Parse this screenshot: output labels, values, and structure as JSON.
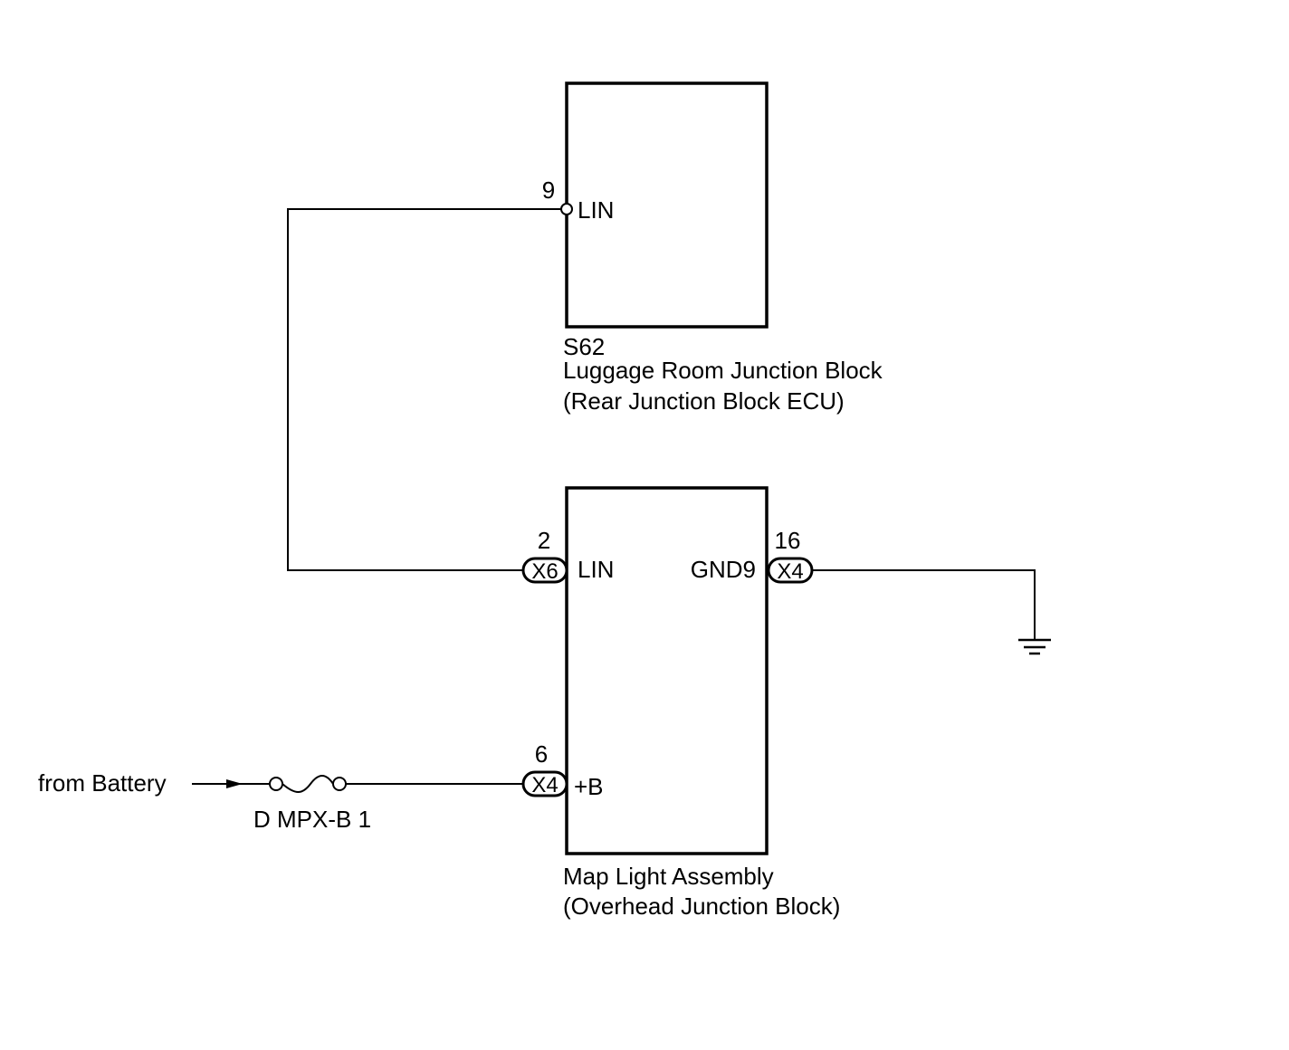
{
  "ecu": {
    "pin_number": "9",
    "pin_label": "LIN",
    "code": "S62",
    "name_line1": "Luggage Room Junction Block",
    "name_line2": "(Rear Junction Block ECU)"
  },
  "map_light": {
    "name_line1": "Map Light Assembly",
    "name_line2": "(Overhead Junction Block)",
    "lin": {
      "pin_number": "2",
      "connector": "X6",
      "pin_label": "LIN"
    },
    "gnd": {
      "pin_number": "16",
      "connector": "X4",
      "pin_label": "GND9"
    },
    "power": {
      "pin_number": "6",
      "connector": "X4",
      "pin_label": "+B"
    }
  },
  "battery": {
    "source_label": "from Battery",
    "fuse_label": "D MPX-B 1"
  }
}
